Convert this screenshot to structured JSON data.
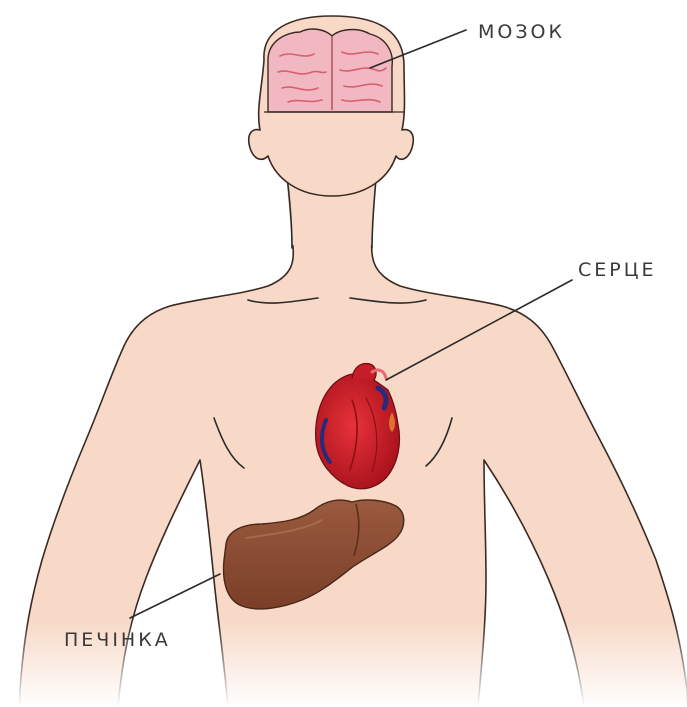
{
  "labels": {
    "brain": "МОЗОК",
    "heart": "СЕРЦЕ",
    "liver": "ПЕЧІНКА"
  },
  "colors": {
    "background": "#ffffff",
    "skin": "#f8d9c7",
    "skin_outline": "#3a2a24",
    "brain": "#f2b8c2",
    "brain_folds": "#d8606f",
    "heart": "#d4202a",
    "heart_vessels": "#2a2a7a",
    "liver": "#8a4a32",
    "liver_dark": "#6e3824",
    "label_text": "#3a3a3a"
  },
  "icons": {
    "brain": "brain-icon",
    "heart": "heart-icon",
    "liver": "liver-icon"
  }
}
